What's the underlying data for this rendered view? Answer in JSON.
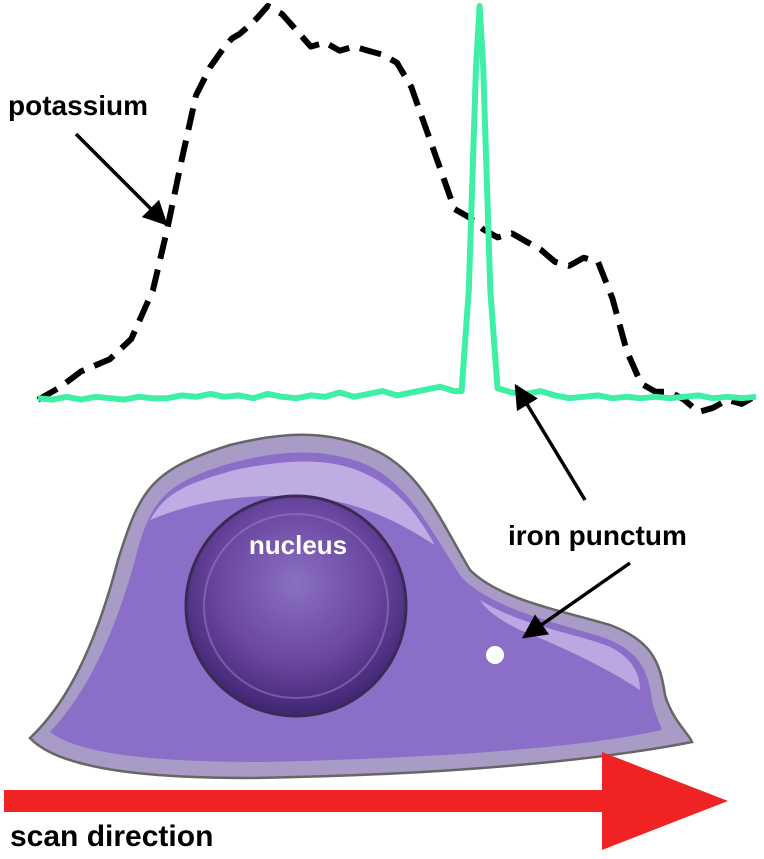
{
  "labels": {
    "potassium": "potassium",
    "iron_punctum": "iron punctum",
    "nucleus": "nucleus",
    "scan_direction": "scan direction"
  },
  "colors": {
    "potassium_trace": "#000000",
    "iron_trace": "#3ff0a4",
    "cell_body": "#8b6ec8",
    "cell_highlight": "#c3b3e6",
    "nucleus": "#5c3790",
    "scan_arrow": "#ef2323",
    "iron_punctum": "#ffffff"
  },
  "chart_data": {
    "type": "line",
    "series": [
      {
        "name": "potassium",
        "style": "dashed",
        "points": [
          [
            0,
            0.03
          ],
          [
            0.03,
            0.06
          ],
          [
            0.06,
            0.1
          ],
          [
            0.1,
            0.13
          ],
          [
            0.13,
            0.18
          ],
          [
            0.16,
            0.3
          ],
          [
            0.18,
            0.45
          ],
          [
            0.2,
            0.62
          ],
          [
            0.22,
            0.78
          ],
          [
            0.24,
            0.85
          ],
          [
            0.26,
            0.9
          ],
          [
            0.27,
            0.92
          ],
          [
            0.28,
            0.93
          ],
          [
            0.3,
            0.96
          ],
          [
            0.31,
            0.98
          ],
          [
            0.32,
            1.0
          ],
          [
            0.34,
            0.98
          ],
          [
            0.36,
            0.94
          ],
          [
            0.38,
            0.9
          ],
          [
            0.4,
            0.91
          ],
          [
            0.42,
            0.89
          ],
          [
            0.44,
            0.9
          ],
          [
            0.46,
            0.89
          ],
          [
            0.48,
            0.88
          ],
          [
            0.5,
            0.86
          ],
          [
            0.52,
            0.8
          ],
          [
            0.54,
            0.7
          ],
          [
            0.56,
            0.6
          ],
          [
            0.58,
            0.5
          ],
          [
            0.6,
            0.48
          ],
          [
            0.62,
            0.45
          ],
          [
            0.64,
            0.43
          ],
          [
            0.66,
            0.44
          ],
          [
            0.68,
            0.42
          ],
          [
            0.7,
            0.4
          ],
          [
            0.72,
            0.37
          ],
          [
            0.74,
            0.36
          ],
          [
            0.76,
            0.38
          ],
          [
            0.78,
            0.37
          ],
          [
            0.8,
            0.28
          ],
          [
            0.82,
            0.15
          ],
          [
            0.84,
            0.07
          ],
          [
            0.86,
            0.05
          ],
          [
            0.88,
            0.05
          ],
          [
            0.9,
            0.03
          ],
          [
            0.92,
            0.0
          ],
          [
            0.94,
            0.01
          ],
          [
            0.96,
            0.03
          ],
          [
            0.98,
            0.02
          ],
          [
            1.0,
            0.04
          ]
        ]
      },
      {
        "name": "iron",
        "style": "solid",
        "points": [
          [
            0,
            0.04
          ],
          [
            0.02,
            0.03
          ],
          [
            0.04,
            0.05
          ],
          [
            0.06,
            0.03
          ],
          [
            0.08,
            0.05
          ],
          [
            0.1,
            0.04
          ],
          [
            0.12,
            0.03
          ],
          [
            0.14,
            0.05
          ],
          [
            0.16,
            0.04
          ],
          [
            0.18,
            0.04
          ],
          [
            0.2,
            0.06
          ],
          [
            0.22,
            0.05
          ],
          [
            0.24,
            0.07
          ],
          [
            0.26,
            0.05
          ],
          [
            0.28,
            0.06
          ],
          [
            0.3,
            0.04
          ],
          [
            0.32,
            0.07
          ],
          [
            0.34,
            0.05
          ],
          [
            0.36,
            0.04
          ],
          [
            0.38,
            0.06
          ],
          [
            0.4,
            0.05
          ],
          [
            0.42,
            0.08
          ],
          [
            0.44,
            0.05
          ],
          [
            0.46,
            0.07
          ],
          [
            0.48,
            0.09
          ],
          [
            0.5,
            0.06
          ],
          [
            0.52,
            0.08
          ],
          [
            0.54,
            0.1
          ],
          [
            0.56,
            0.12
          ],
          [
            0.58,
            0.09
          ],
          [
            0.59,
            0.09
          ],
          [
            0.6,
            0.3
          ],
          [
            0.61,
            0.85
          ],
          [
            0.615,
            1.0
          ],
          [
            0.62,
            0.85
          ],
          [
            0.63,
            0.3
          ],
          [
            0.64,
            0.11
          ],
          [
            0.66,
            0.08
          ],
          [
            0.68,
            0.07
          ],
          [
            0.7,
            0.09
          ],
          [
            0.72,
            0.06
          ],
          [
            0.74,
            0.04
          ],
          [
            0.76,
            0.05
          ],
          [
            0.78,
            0.06
          ],
          [
            0.8,
            0.04
          ],
          [
            0.82,
            0.05
          ],
          [
            0.84,
            0.04
          ],
          [
            0.86,
            0.05
          ],
          [
            0.88,
            0.04
          ],
          [
            0.9,
            0.05
          ],
          [
            0.92,
            0.06
          ],
          [
            0.94,
            0.04
          ],
          [
            0.96,
            0.05
          ],
          [
            0.98,
            0.04
          ],
          [
            1.0,
            0.05
          ]
        ]
      }
    ]
  }
}
